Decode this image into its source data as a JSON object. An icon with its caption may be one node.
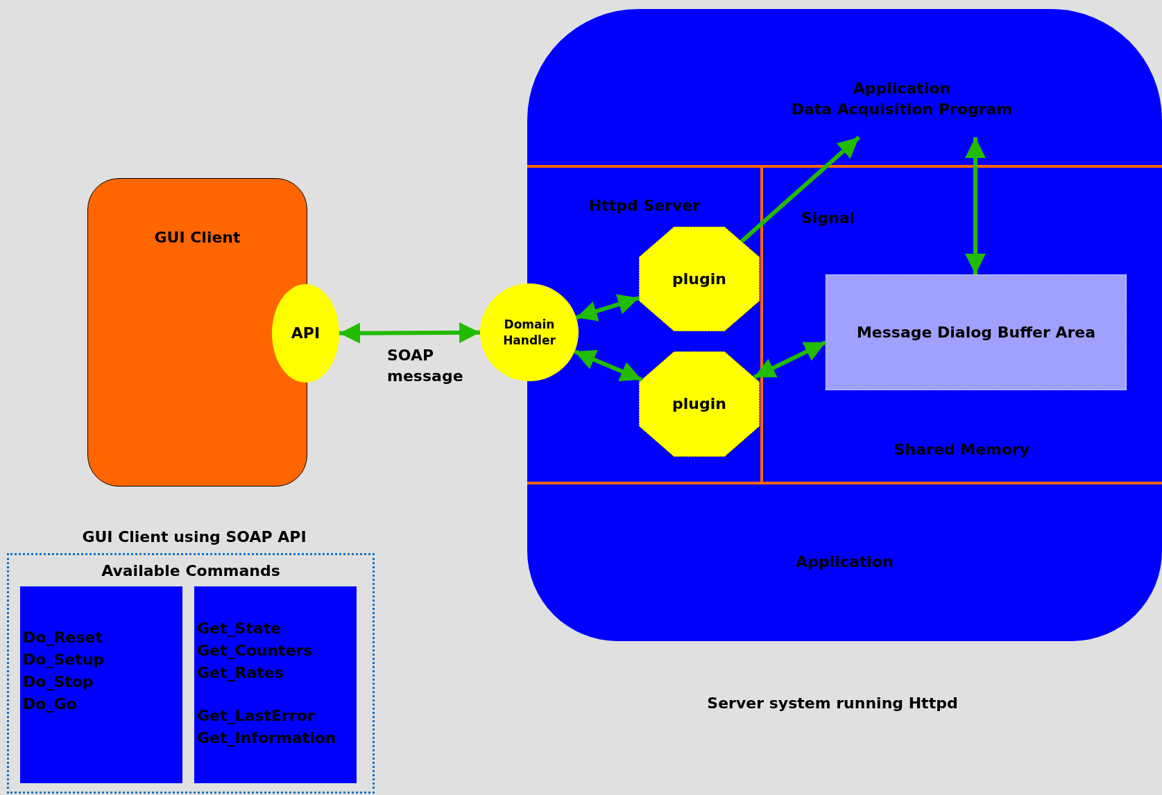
{
  "diagram": {
    "nodes": [
      {
        "text": [
          "GUI Client"
        ]
      },
      {
        "text": [
          "API"
        ]
      },
      {
        "text": [],
        "shape": "box",
        "beside": [
          "Server system running Httpd"
        ]
      },
      {
        "text": [
          "Application",
          "Data Acquisition Program"
        ],
        "in": 2
      },
      {
        "text": [
          "Httpd Server"
        ],
        "in": 2
      },
      {
        "text": [
          "Domain Handler"
        ]
      },
      {
        "text": [
          "plugin"
        ],
        "in": 4
      },
      {
        "text": [
          "plugin"
        ],
        "in": 4
      },
      {
        "text": [
          "Shared Memory"
        ],
        "in": 2
      },
      {
        "text": [
          "Message Dialog Buffer Area"
        ],
        "in": 8
      },
      {
        "text": [
          "Application"
        ],
        "in": 2
      },
      {
        "text": [
          "Available Commands"
        ]
      },
      {
        "text": [
          "Do_Reset",
          "Do_Setup",
          "Do_Stop",
          "Do_Go"
        ],
        "in": 11
      },
      {
        "text": [
          "Get_State",
          "Get_Counters",
          "Get_Rates",
          "Get_LastError",
          "Get_Information"
        ],
        "in": 11
      }
    ],
    "edges": [
      {
        "from": 1,
        "to": 5,
        "arrow": "both",
        "label": "SOAP message"
      },
      {
        "from": 5,
        "to": 6,
        "arrow": "both"
      },
      {
        "from": 5,
        "to": 7,
        "arrow": "both"
      },
      {
        "from": 6,
        "to": 3,
        "arrow": "to",
        "label": "Signal"
      },
      {
        "from": 3,
        "to": 9,
        "arrow": "both"
      },
      {
        "from": 7,
        "to": 9,
        "arrow": "both"
      }
    ],
    "labels": [
      "GUI Client using SOAP API"
    ]
  }
}
